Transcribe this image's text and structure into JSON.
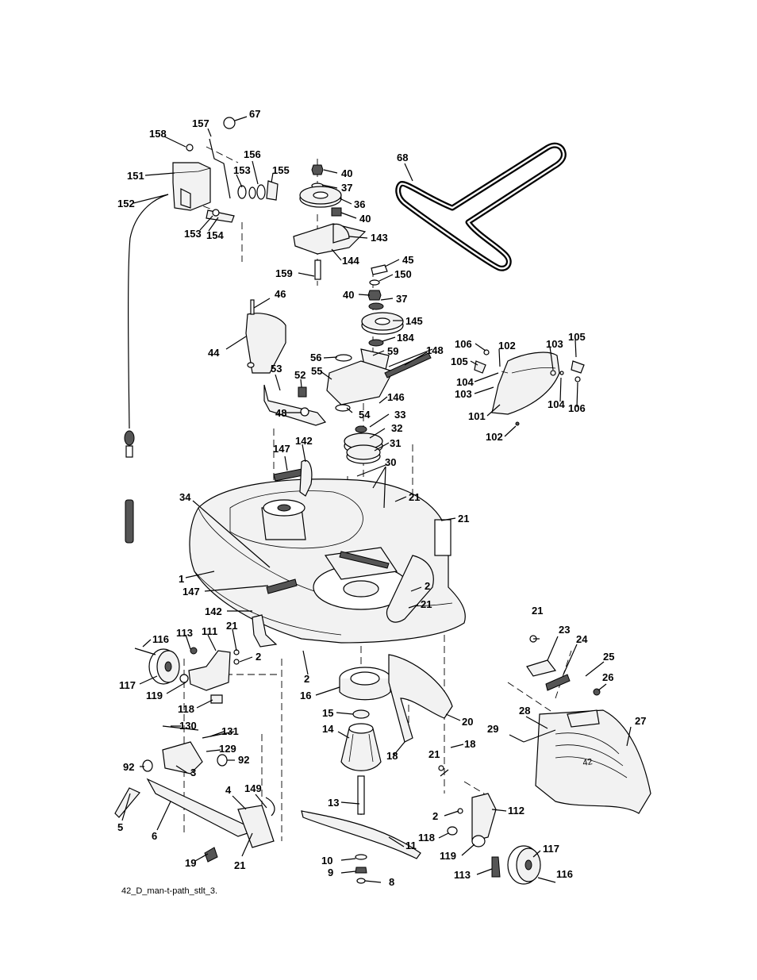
{
  "caption": "42_D_man-t-path_stlt_3.",
  "callouts": [
    {
      "id": "67",
      "text": "67"
    },
    {
      "id": "157",
      "text": "157"
    },
    {
      "id": "158",
      "text": "158"
    },
    {
      "id": "156",
      "text": "156"
    },
    {
      "id": "151",
      "text": "151"
    },
    {
      "id": "153a",
      "text": "153"
    },
    {
      "id": "155",
      "text": "155"
    },
    {
      "id": "152",
      "text": "152"
    },
    {
      "id": "153b",
      "text": "153"
    },
    {
      "id": "154",
      "text": "154"
    },
    {
      "id": "40a",
      "text": "40"
    },
    {
      "id": "37a",
      "text": "37"
    },
    {
      "id": "36",
      "text": "36"
    },
    {
      "id": "40b",
      "text": "40"
    },
    {
      "id": "143",
      "text": "143"
    },
    {
      "id": "144",
      "text": "144"
    },
    {
      "id": "159",
      "text": "159"
    },
    {
      "id": "68",
      "text": "68"
    },
    {
      "id": "45",
      "text": "45"
    },
    {
      "id": "150",
      "text": "150"
    },
    {
      "id": "40c",
      "text": "40"
    },
    {
      "id": "37b",
      "text": "37"
    },
    {
      "id": "145",
      "text": "145"
    },
    {
      "id": "184",
      "text": "184"
    },
    {
      "id": "59",
      "text": "59"
    },
    {
      "id": "148",
      "text": "148"
    },
    {
      "id": "46",
      "text": "46"
    },
    {
      "id": "44",
      "text": "44"
    },
    {
      "id": "56",
      "text": "56"
    },
    {
      "id": "55",
      "text": "55"
    },
    {
      "id": "53",
      "text": "53"
    },
    {
      "id": "52",
      "text": "52"
    },
    {
      "id": "146",
      "text": "146"
    },
    {
      "id": "48",
      "text": "48"
    },
    {
      "id": "54",
      "text": "54"
    },
    {
      "id": "33",
      "text": "33"
    },
    {
      "id": "32",
      "text": "32"
    },
    {
      "id": "31",
      "text": "31"
    },
    {
      "id": "30",
      "text": "30"
    },
    {
      "id": "142a",
      "text": "142"
    },
    {
      "id": "147a",
      "text": "147"
    },
    {
      "id": "21a",
      "text": "21"
    },
    {
      "id": "21b",
      "text": "21"
    },
    {
      "id": "34",
      "text": "34"
    },
    {
      "id": "106a",
      "text": "106"
    },
    {
      "id": "102a",
      "text": "102"
    },
    {
      "id": "103a",
      "text": "103"
    },
    {
      "id": "105a",
      "text": "105"
    },
    {
      "id": "105b",
      "text": "105"
    },
    {
      "id": "104a",
      "text": "104"
    },
    {
      "id": "103b",
      "text": "103"
    },
    {
      "id": "104b",
      "text": "104"
    },
    {
      "id": "106b",
      "text": "106"
    },
    {
      "id": "101",
      "text": "101"
    },
    {
      "id": "102b",
      "text": "102"
    },
    {
      "id": "1",
      "text": "1"
    },
    {
      "id": "147b",
      "text": "147"
    },
    {
      "id": "2a",
      "text": "2"
    },
    {
      "id": "21c",
      "text": "21"
    },
    {
      "id": "142b",
      "text": "142"
    },
    {
      "id": "21d",
      "text": "21"
    },
    {
      "id": "116a",
      "text": "116"
    },
    {
      "id": "113a",
      "text": "113"
    },
    {
      "id": "111",
      "text": "111"
    },
    {
      "id": "2b",
      "text": "2"
    },
    {
      "id": "117a",
      "text": "117"
    },
    {
      "id": "119a",
      "text": "119"
    },
    {
      "id": "118a",
      "text": "118"
    },
    {
      "id": "2c",
      "text": "2"
    },
    {
      "id": "16",
      "text": "16"
    },
    {
      "id": "15",
      "text": "15"
    },
    {
      "id": "14",
      "text": "14"
    },
    {
      "id": "20",
      "text": "20"
    },
    {
      "id": "18a",
      "text": "18"
    },
    {
      "id": "18b",
      "text": "18"
    },
    {
      "id": "21e",
      "text": "21"
    },
    {
      "id": "21f",
      "text": "21"
    },
    {
      "id": "23",
      "text": "23"
    },
    {
      "id": "24",
      "text": "24"
    },
    {
      "id": "25",
      "text": "25"
    },
    {
      "id": "26",
      "text": "26"
    },
    {
      "id": "28",
      "text": "28"
    },
    {
      "id": "27",
      "text": "27"
    },
    {
      "id": "29",
      "text": "29"
    },
    {
      "id": "130",
      "text": "130"
    },
    {
      "id": "131",
      "text": "131"
    },
    {
      "id": "129",
      "text": "129"
    },
    {
      "id": "92a",
      "text": "92"
    },
    {
      "id": "92b",
      "text": "92"
    },
    {
      "id": "3",
      "text": "3"
    },
    {
      "id": "4",
      "text": "4"
    },
    {
      "id": "149",
      "text": "149"
    },
    {
      "id": "5",
      "text": "5"
    },
    {
      "id": "6",
      "text": "6"
    },
    {
      "id": "21g",
      "text": "21"
    },
    {
      "id": "19",
      "text": "19"
    },
    {
      "id": "13",
      "text": "13"
    },
    {
      "id": "11",
      "text": "11"
    },
    {
      "id": "10",
      "text": "10"
    },
    {
      "id": "9",
      "text": "9"
    },
    {
      "id": "8",
      "text": "8"
    },
    {
      "id": "2d",
      "text": "2"
    },
    {
      "id": "112",
      "text": "112"
    },
    {
      "id": "118b",
      "text": "118"
    },
    {
      "id": "119b",
      "text": "119"
    },
    {
      "id": "117b",
      "text": "117"
    },
    {
      "id": "113b",
      "text": "113"
    },
    {
      "id": "116b",
      "text": "116"
    }
  ]
}
